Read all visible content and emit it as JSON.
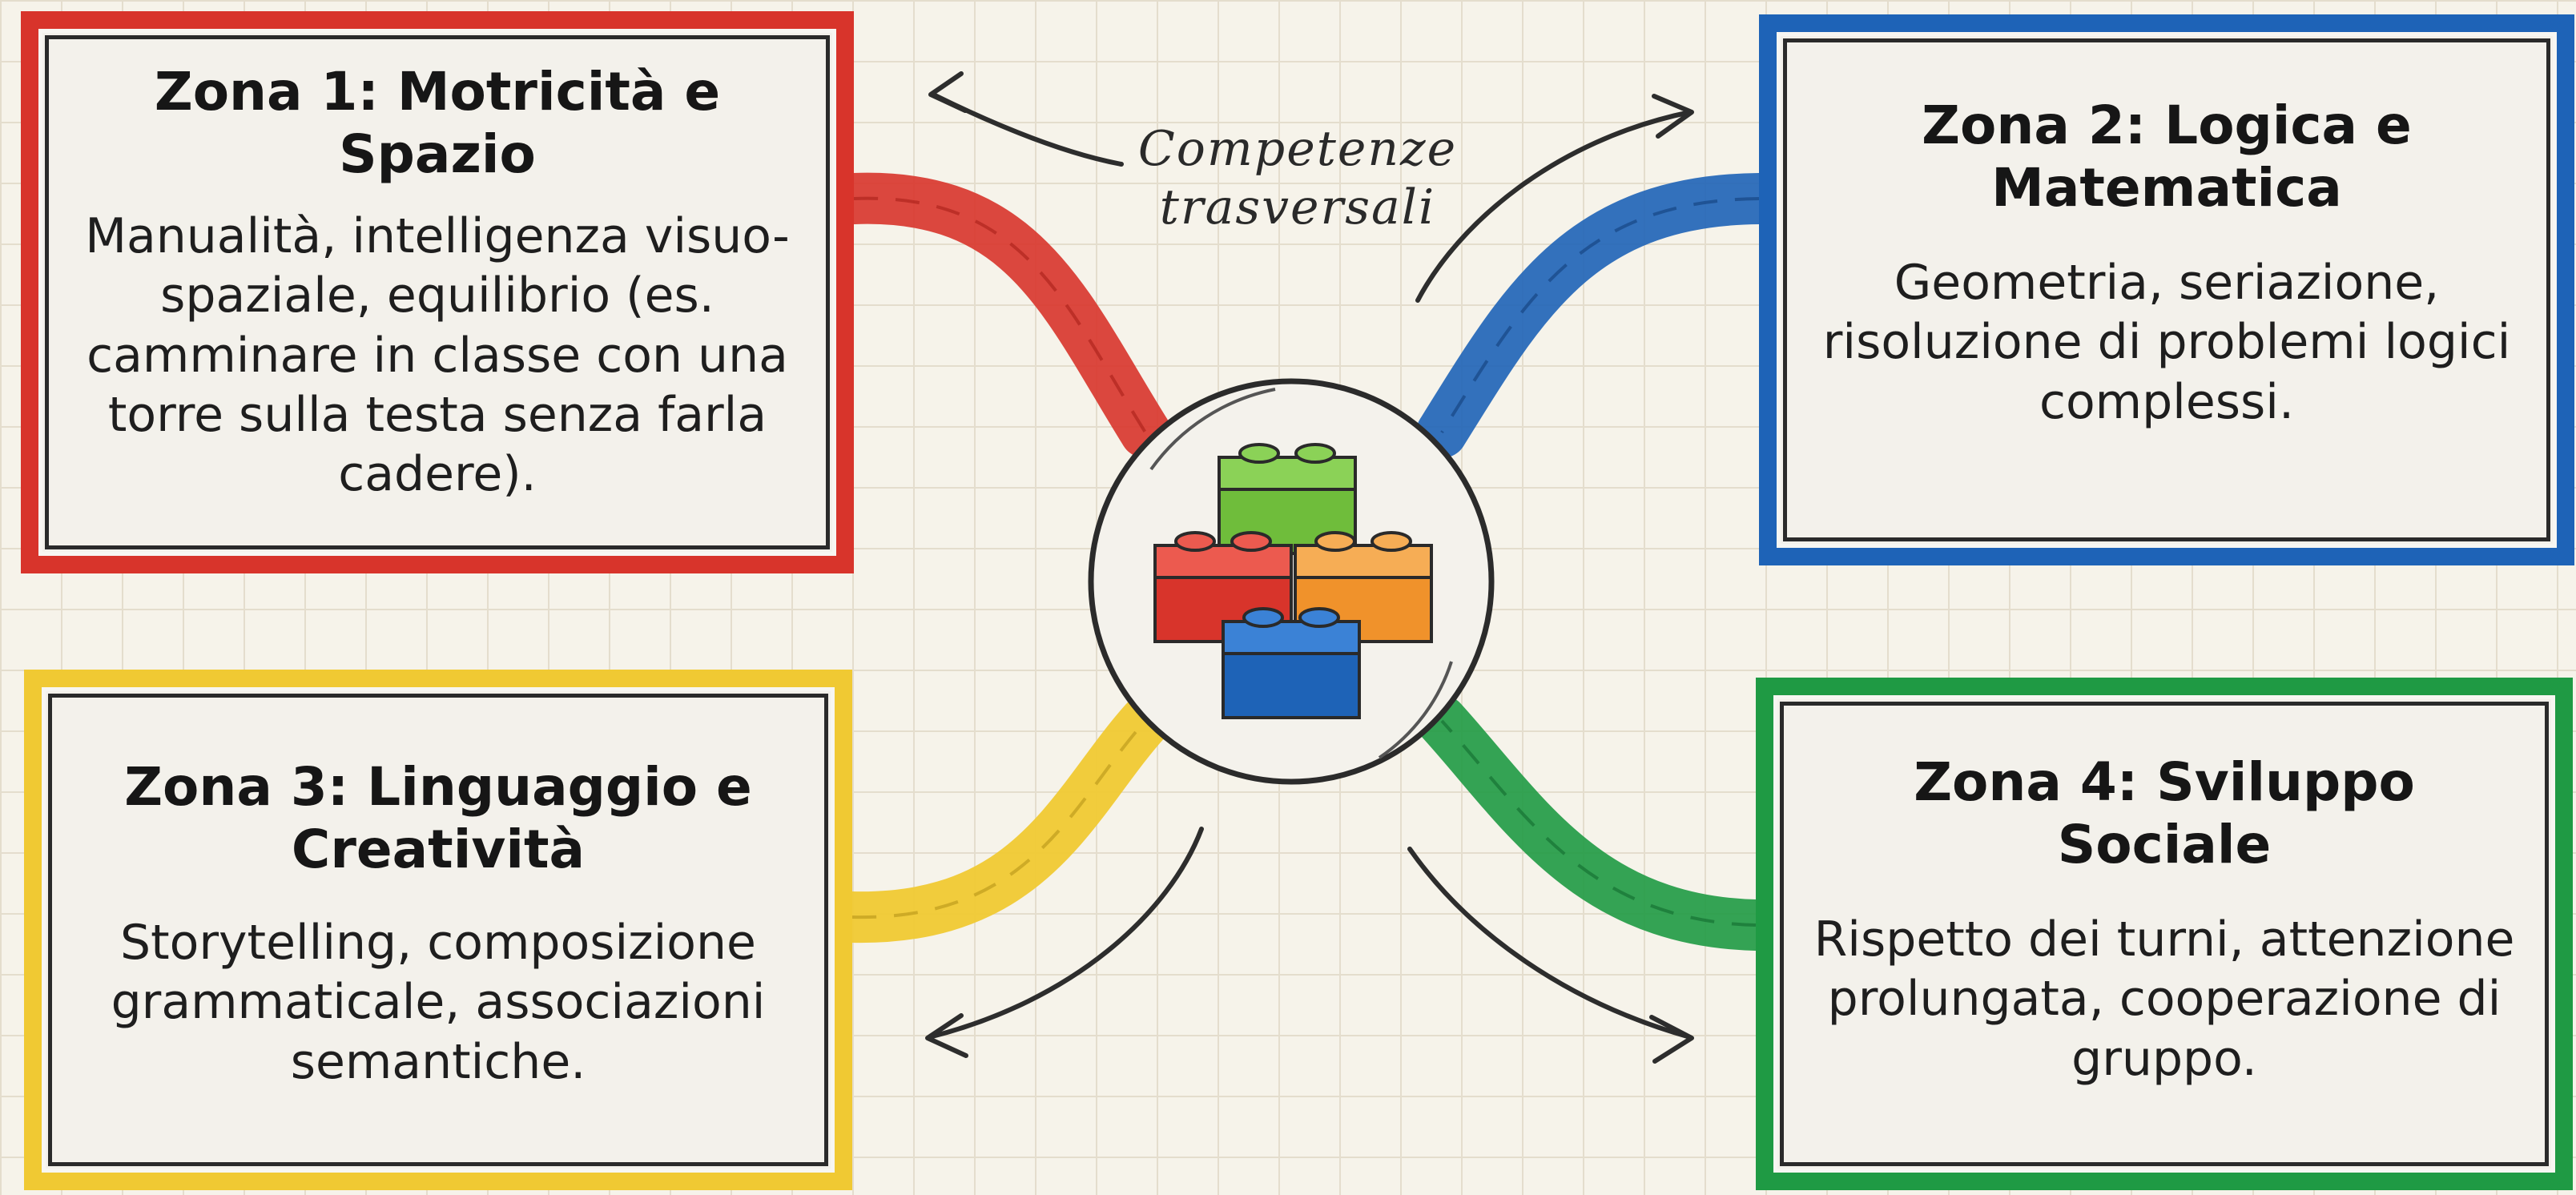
{
  "zones": [
    {
      "title": "Zona 1: Motricità e Spazio",
      "description": "Manualità, intelligenza visuo-spaziale, equilibrio (es. camminare in classe con una torre sulla testa senza farla cadere).",
      "color": "#d8342b"
    },
    {
      "title": "Zona 2: Logica e Matematica",
      "description": "Geometria, seriazione, risoluzione di problemi logici complessi.",
      "color": "#1e63b7"
    },
    {
      "title": "Zona 3: Linguaggio e Creatività",
      "description": "Storytelling, composizione grammaticale, associazioni semantiche.",
      "color": "#f0c933"
    },
    {
      "title": "Zona 4: Sviluppo Sociale",
      "description": "Rispetto dei turni, attenzione prolungata, cooperazione di gruppo.",
      "color": "#1f9a44"
    }
  ],
  "center": {
    "label_line1": "Competenze",
    "label_line2": "trasversali",
    "icon": "lego-bricks-icon",
    "brick_colors": [
      "#6fbd3b",
      "#d8342b",
      "#f0922b",
      "#1e63b7"
    ]
  }
}
